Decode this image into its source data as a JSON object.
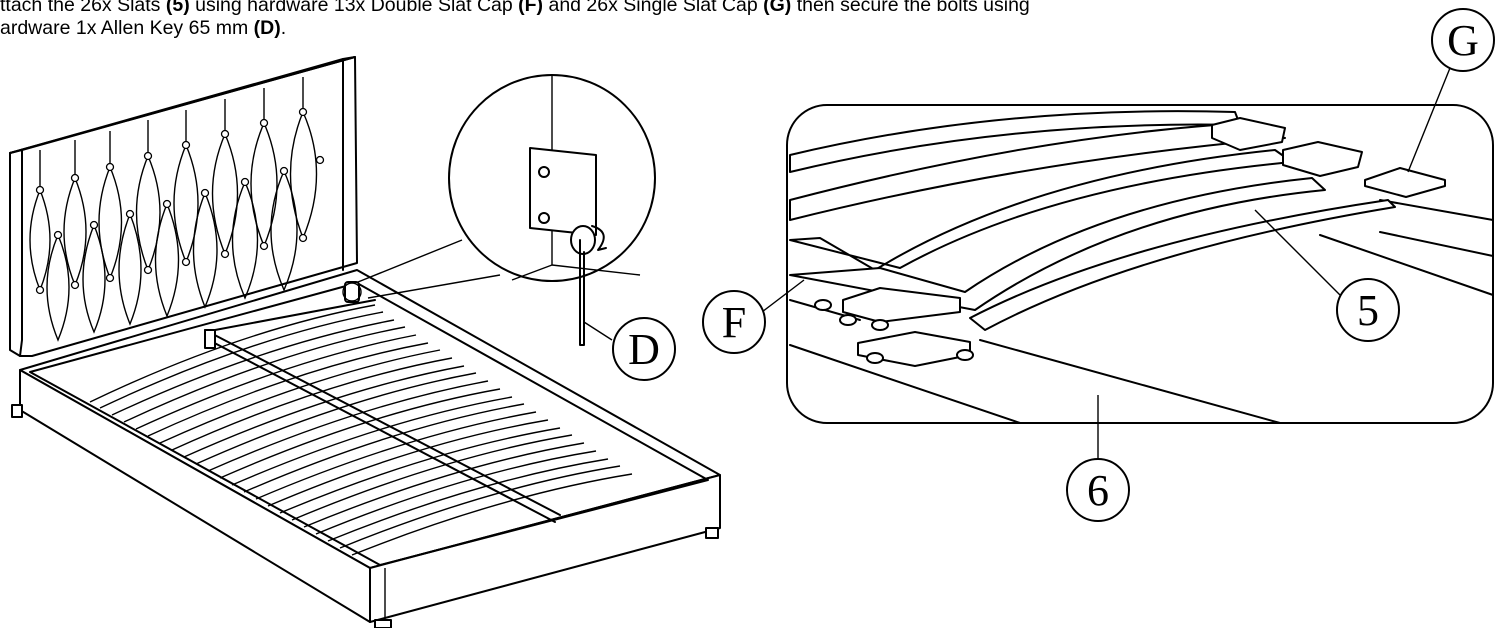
{
  "instruction": {
    "line1_parts": [
      {
        "text": "ttach the 26x Slats ",
        "bold": false
      },
      {
        "text": "(5)",
        "bold": true
      },
      {
        "text": " using hardware 13x Double Slat Cap ",
        "bold": false
      },
      {
        "text": "(F)",
        "bold": true
      },
      {
        "text": " and 26x Single Slat Cap ",
        "bold": false
      },
      {
        "text": "(G)",
        "bold": true
      },
      {
        "text": " then secure the bolts using",
        "bold": false
      }
    ],
    "line2_parts": [
      {
        "text": "ardware 1x Allen Key 65 mm ",
        "bold": false
      },
      {
        "text": "(D)",
        "bold": true
      },
      {
        "text": ".",
        "bold": false
      }
    ]
  },
  "callouts": {
    "allen_key": "D",
    "double_slat_cap": "F",
    "single_slat_cap": "G",
    "slat": "5",
    "side_rail": "6"
  }
}
